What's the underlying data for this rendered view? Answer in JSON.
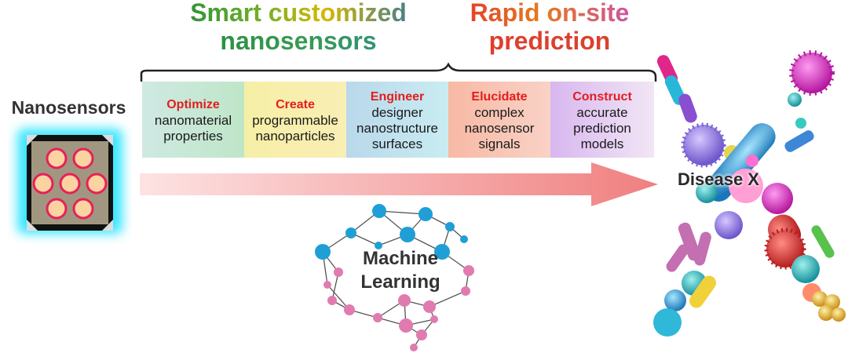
{
  "headings": {
    "left_line1": "Smart customized",
    "left_line2": "nanosensors",
    "right_line1": "Rapid on-site",
    "right_line2": "prediction"
  },
  "nanosensors_label": "Nanosensors",
  "steps": [
    {
      "verb": "Optimize",
      "lines": [
        "nanomaterial",
        "properties"
      ]
    },
    {
      "verb": "Create",
      "lines": [
        "programmable",
        "nanoparticles"
      ]
    },
    {
      "verb": "Engineer",
      "lines": [
        "designer",
        "nanostructure",
        "surfaces"
      ]
    },
    {
      "verb": "Elucidate",
      "lines": [
        "complex",
        "nanosensor",
        "signals"
      ]
    },
    {
      "verb": "Construct",
      "lines": [
        "accurate",
        "prediction",
        "models"
      ]
    }
  ],
  "brain_label_line1": "Machine",
  "brain_label_line2": "Learning",
  "disease_label": "Disease X",
  "colors": {
    "step_verb": "#e21e1e",
    "arrow": "#f28b8b",
    "chip_glow": "#39e6ff",
    "brain_node_blue": "#1f9fd6",
    "brain_node_pink": "#e07bb0"
  }
}
